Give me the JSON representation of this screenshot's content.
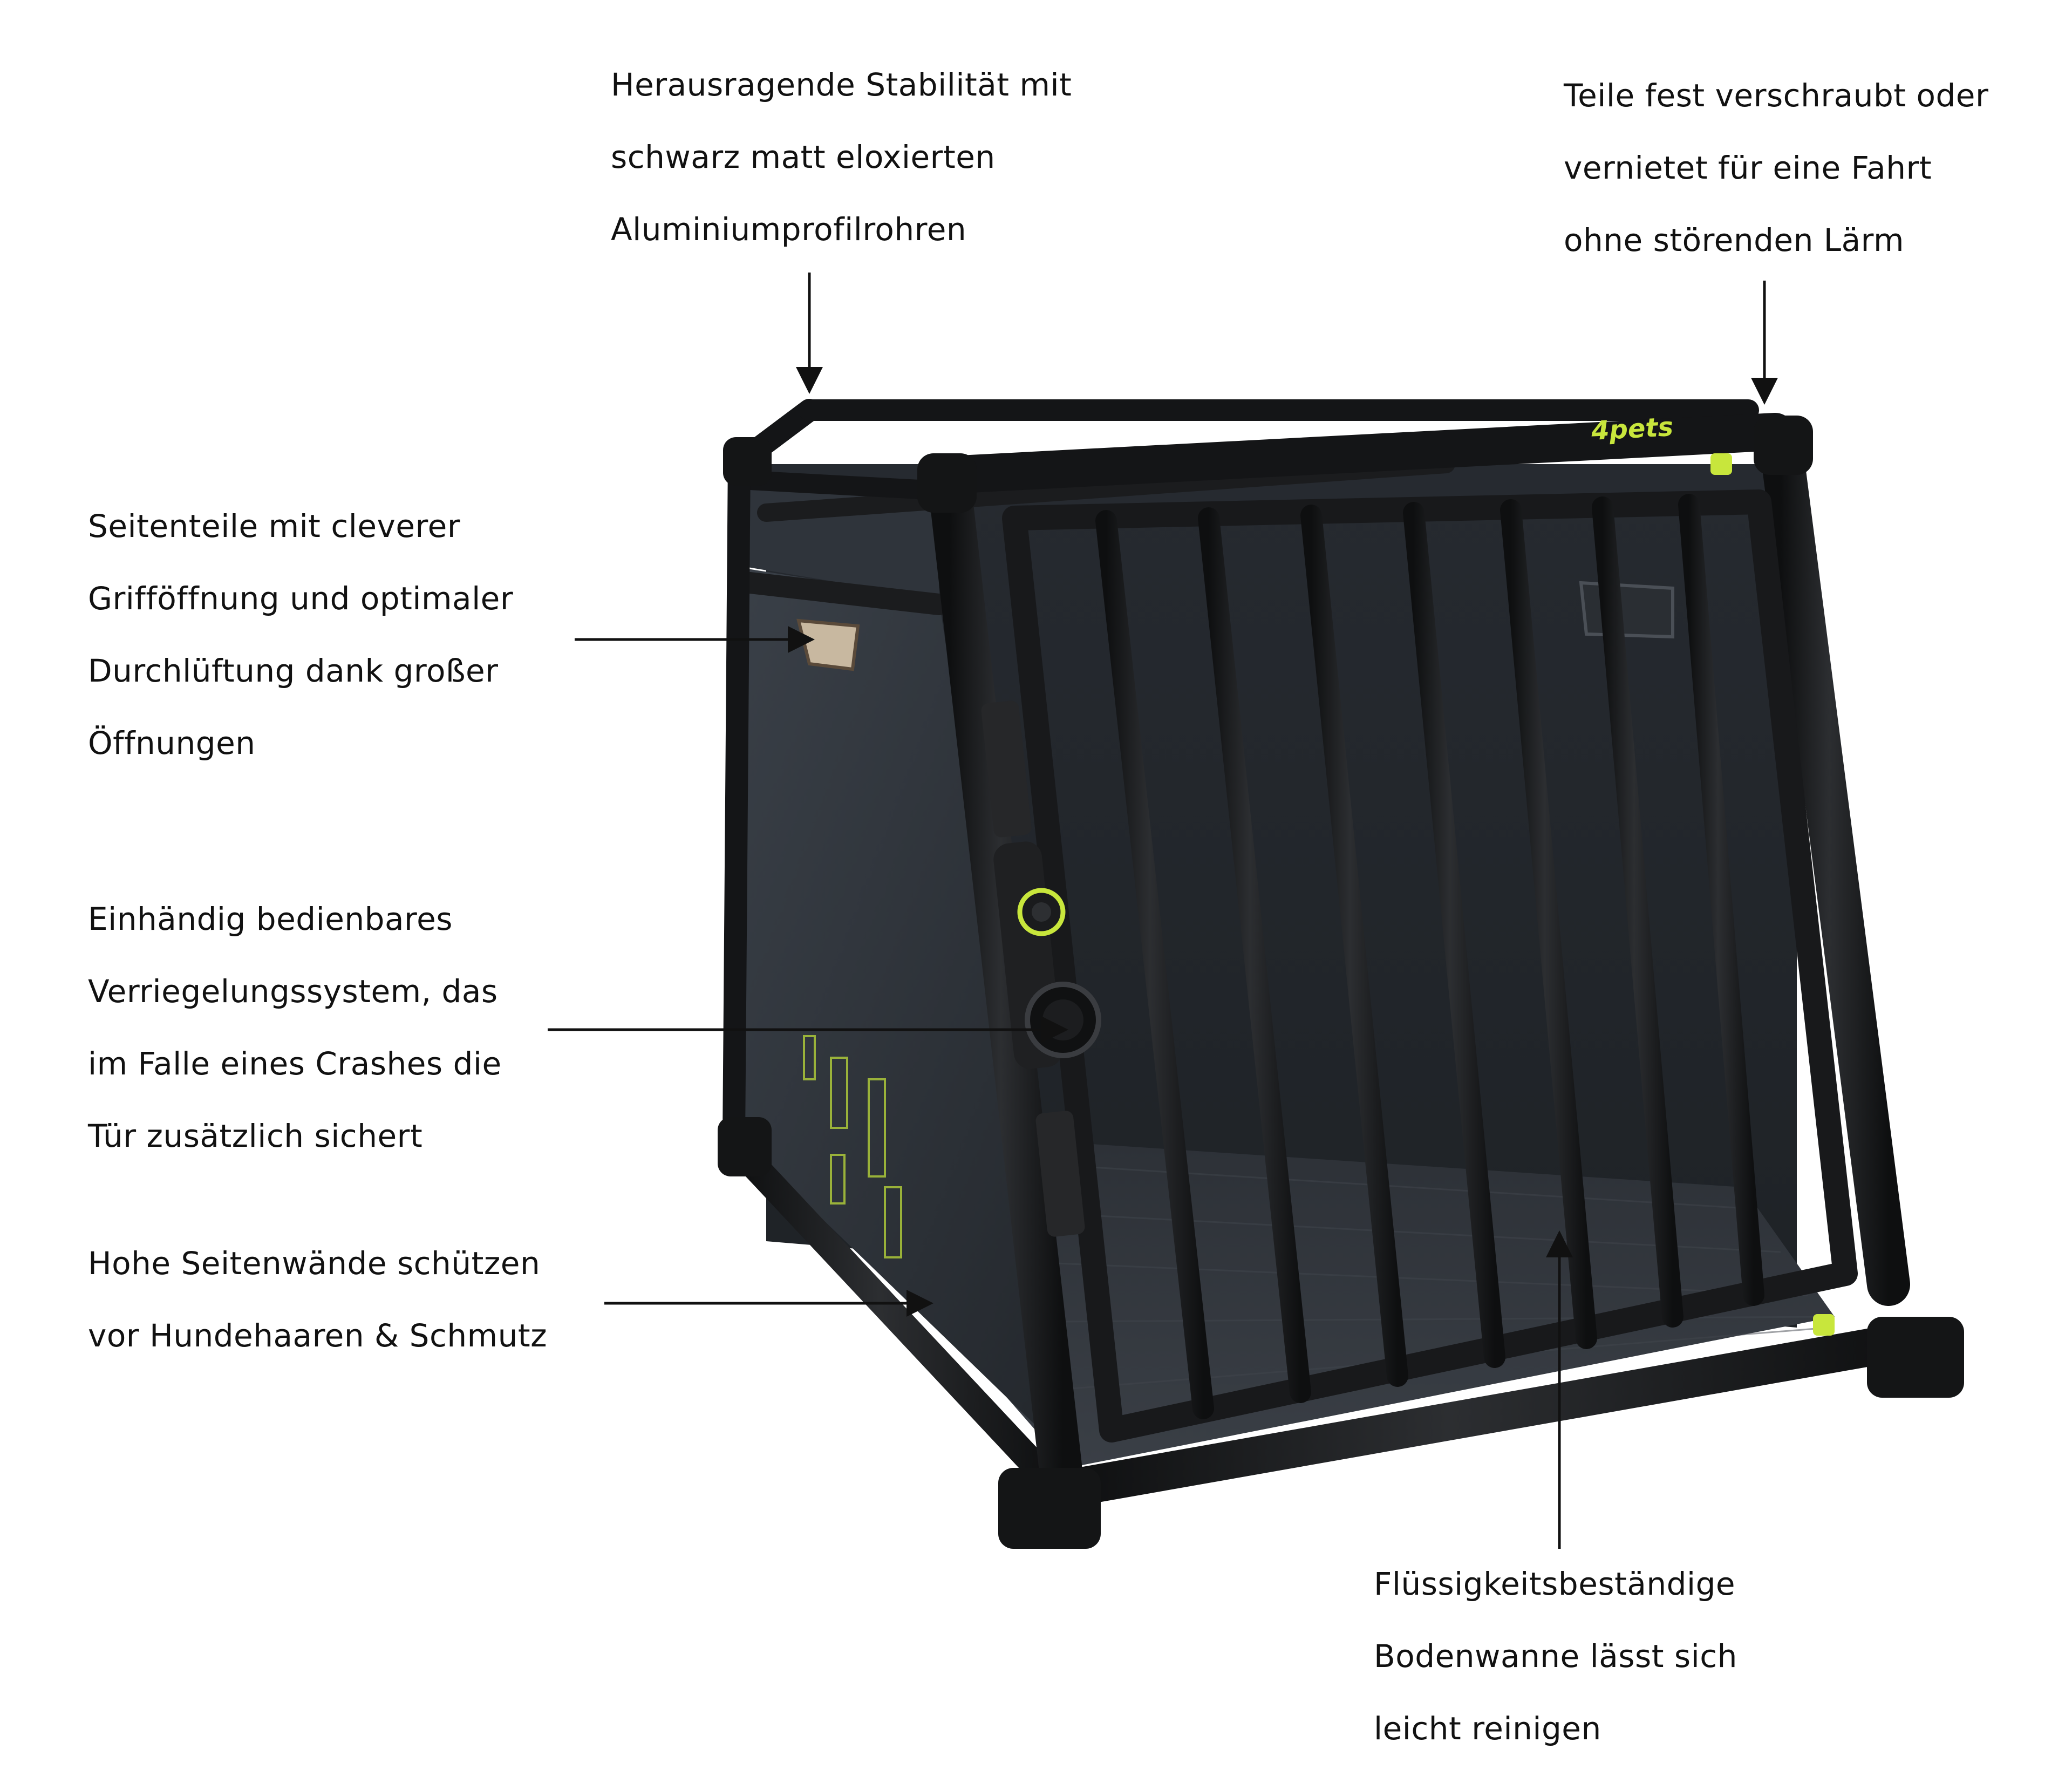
{
  "brand": {
    "logo_text": "4pets",
    "accent_color": "#c8e63c"
  },
  "colors": {
    "frame": "#18191b",
    "panel": "#2b3036",
    "text": "#111111",
    "background": "#ffffff"
  },
  "callouts": {
    "stability": {
      "lines": [
        "Herausragende Stabilität mit",
        "schwarz matt eloxierten",
        "Aluminiumprofilrohren"
      ]
    },
    "parts": {
      "lines": [
        "Teile fest verschraubt oder",
        "vernietet für eine Fahrt",
        "ohne störenden Lärm"
      ]
    },
    "sides": {
      "lines": [
        "Seitenteile mit cleverer",
        "Grifföffnung und optimaler",
        "Durchlüftung dank großer",
        "Öffnungen"
      ]
    },
    "lock": {
      "lines": [
        "Einhändig bedienbares",
        "Verriegelungssystem, das",
        "im Falle eines Crashes die",
        "Tür zusätzlich sichert"
      ]
    },
    "walls": {
      "lines": [
        "Hohe Seitenwände schützen",
        "vor Hundehaaren & Schmutz"
      ]
    },
    "floor": {
      "lines": [
        "Flüssigkeitsbeständige",
        "Bodenwanne lässt sich",
        "leicht reinigen"
      ]
    }
  }
}
